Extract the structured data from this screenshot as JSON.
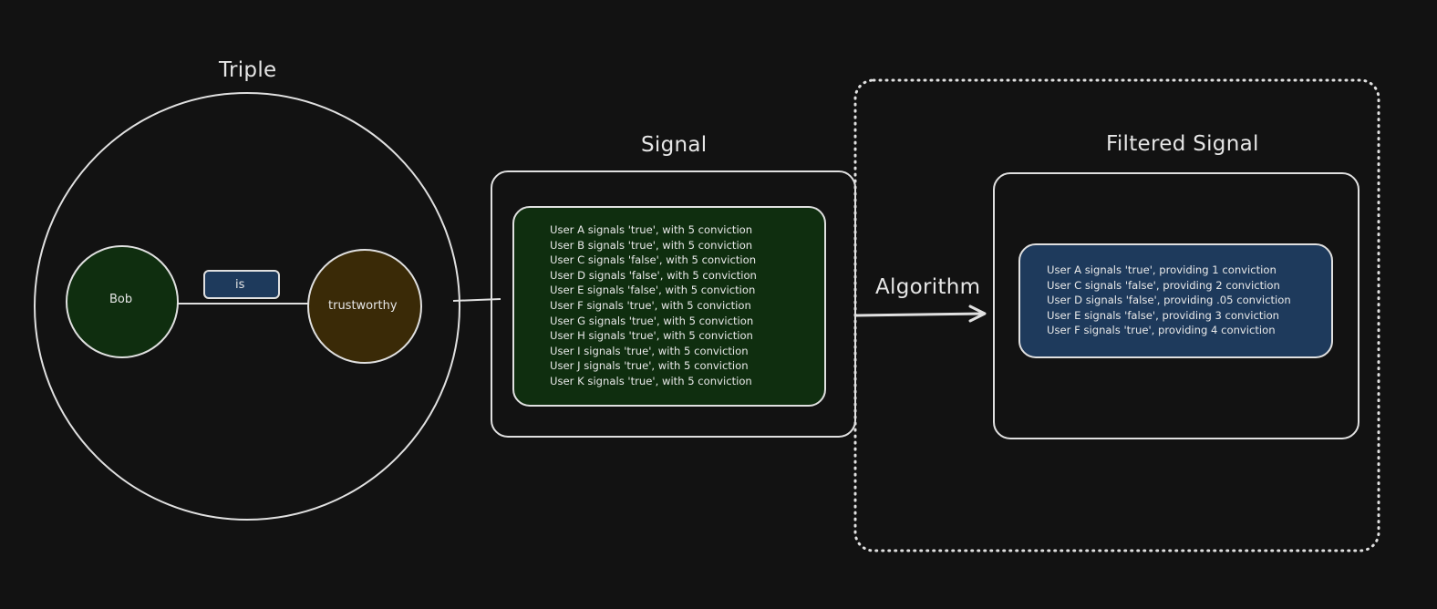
{
  "triple": {
    "title": "Triple",
    "subject": "Bob",
    "predicate": "is",
    "object": "trustworthy"
  },
  "signal": {
    "title": "Signal",
    "items": [
      "User A signals 'true', with 5 conviction",
      "User B signals 'true', with 5 conviction",
      "User C signals 'false', with 5 conviction",
      "User D signals 'false', with 5 conviction",
      "User E signals 'false', with 5 conviction",
      "User F signals 'true', with 5 conviction",
      "User G signals 'true', with 5 conviction",
      "User H signals 'true', with 5 conviction",
      "User I signals 'true', with 5 conviction",
      "User J signals 'true', with 5 conviction",
      "User K signals 'true', with 5 conviction"
    ]
  },
  "algorithm": {
    "label": "Algorithm"
  },
  "filtered_signal": {
    "title": "Filtered Signal",
    "items": [
      "User A signals 'true', providing 1 conviction",
      "User C signals 'false', providing 2 conviction",
      "User D signals 'false', providing .05 conviction",
      "User E signals 'false', providing 3 conviction",
      "User F signals 'true', providing 4 conviction"
    ]
  },
  "colors": {
    "background": "#121212",
    "stroke": "#e0e0e0",
    "subject_fill": "#0f2e0f",
    "object_fill": "#3a2a07",
    "predicate_fill": "#1e3a5c",
    "signal_fill": "#0f2e0f",
    "filtered_fill": "#1e3a5c"
  }
}
